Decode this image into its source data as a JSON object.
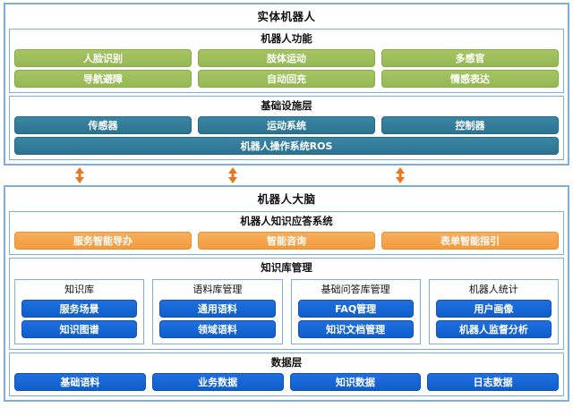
{
  "colors": {
    "border": "#7CAEDE",
    "green": "#95b855",
    "teal": "#2c7392",
    "orange": "#f39c3d",
    "blue": "#0f5ecb",
    "arrow": "#e8761f"
  },
  "physical_robot": {
    "title": "实体机器人",
    "functions": {
      "title": "机器人功能",
      "row1": [
        "人脸识别",
        "肢体运动",
        "多感官"
      ],
      "row2": [
        "导航避障",
        "自动回充",
        "情感表达"
      ]
    },
    "infrastructure": {
      "title": "基础设施层",
      "row1": [
        "传感器",
        "运动系统",
        "控制器"
      ],
      "ros": "机器人操作系统ROS"
    }
  },
  "connectors": {
    "icon": "double-arrow-vertical",
    "count": 3
  },
  "robot_brain": {
    "title": "机器人大脑",
    "qa_system": {
      "title": "机器人知识应答系统",
      "items": [
        "服务智能导办",
        "智能咨询",
        "表单智能指引"
      ]
    },
    "knowledge_base": {
      "title": "知识库管理",
      "panels": [
        {
          "title": "知识库",
          "items": [
            "服务场景",
            "知识图谱"
          ]
        },
        {
          "title": "语料库管理",
          "items": [
            "通用语料",
            "领域语料"
          ]
        },
        {
          "title": "基础问答库管理",
          "items": [
            "FAQ管理",
            "知识文档管理"
          ]
        },
        {
          "title": "机器人统计",
          "items": [
            "用户画像",
            "机器人监督分析"
          ]
        }
      ]
    },
    "data_layer": {
      "title": "数据层",
      "items": [
        "基础语料",
        "业务数据",
        "知识数据",
        "日志数据"
      ]
    }
  }
}
